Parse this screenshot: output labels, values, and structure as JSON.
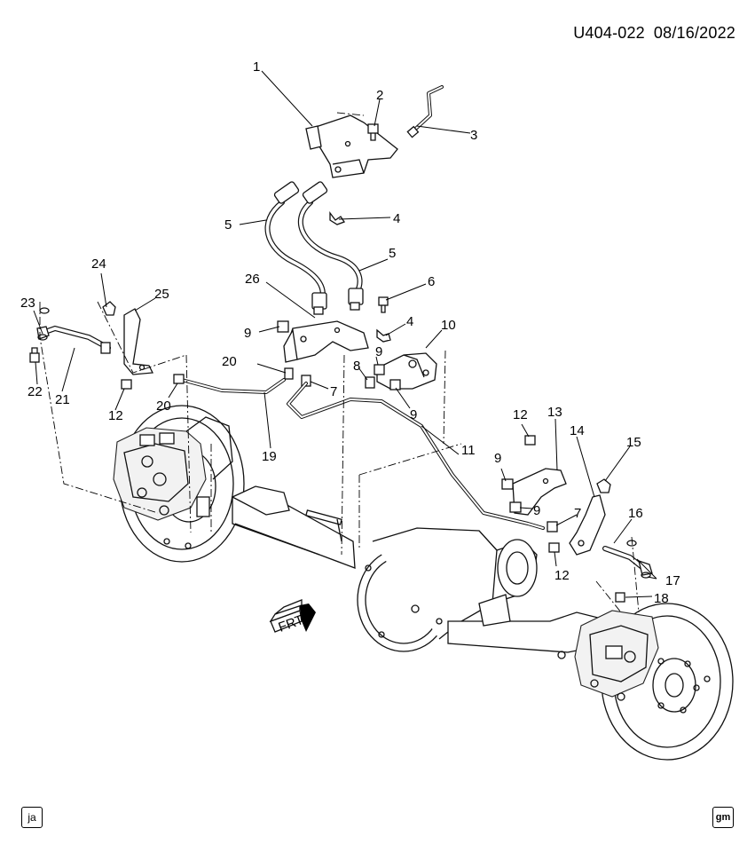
{
  "header": {
    "diagram_code": "U404-022",
    "date": "08/16/2022"
  },
  "footer": {
    "left_badge": "ja",
    "right_badge": "gm"
  },
  "frt_label": "FRT",
  "callouts": [
    "1",
    "2",
    "3",
    "4",
    "4",
    "5",
    "5",
    "6",
    "7",
    "7",
    "8",
    "9",
    "9",
    "9",
    "9",
    "9",
    "10",
    "11",
    "12",
    "12",
    "12",
    "13",
    "14",
    "15",
    "16",
    "17",
    "18",
    "19",
    "20",
    "20",
    "21",
    "22",
    "23",
    "24",
    "25",
    "26"
  ]
}
